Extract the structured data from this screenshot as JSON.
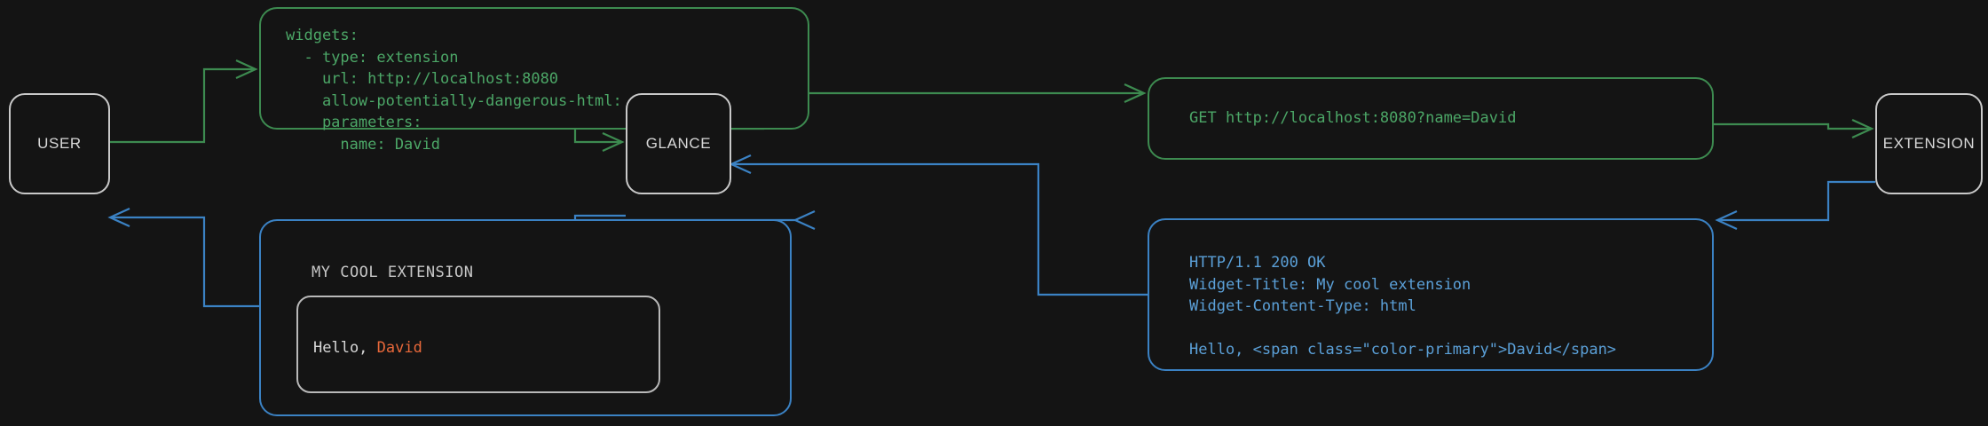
{
  "theme": {
    "background": "#141414",
    "node_border": "#c9c9c9",
    "request_green": "#3d8b50",
    "request_green_text": "#4ca767",
    "response_blue": "#3b82c4",
    "response_blue_text": "#5ba0d8",
    "accent_orange": "#e8683a",
    "text_gray": "#d8d8d8"
  },
  "nodes": {
    "user": "USER",
    "glance": "GLANCE",
    "extension": "EXTENSION"
  },
  "panels": {
    "yaml_config": {
      "lines": [
        "widgets:",
        "  - type: extension",
        "    url: http://localhost:8080",
        "    allow-potentially-dangerous-html: true",
        "    parameters:",
        "      name: David"
      ],
      "text": "widgets:\n  - type: extension\n    url: http://localhost:8080\n    allow-potentially-dangerous-html: true\n    parameters:\n      name: David"
    },
    "http_request": {
      "method": "GET",
      "url": "http://localhost:8080?name=David",
      "text": "GET http://localhost:8080?name=David"
    },
    "http_response": {
      "status_line": "HTTP/1.1 200 OK",
      "headers": [
        "Widget-Title: My cool extension",
        "Widget-Content-Type: html"
      ],
      "body": "Hello, <span class=\"color-primary\">David</span>",
      "text": "HTTP/1.1 200 OK\nWidget-Title: My cool extension\nWidget-Content-Type: html\n\nHello, <span class=\"color-primary\">David</span>"
    },
    "rendered_widget": {
      "title": "MY COOL EXTENSION",
      "greeting_prefix": "Hello, ",
      "greeting_name": "David"
    }
  }
}
